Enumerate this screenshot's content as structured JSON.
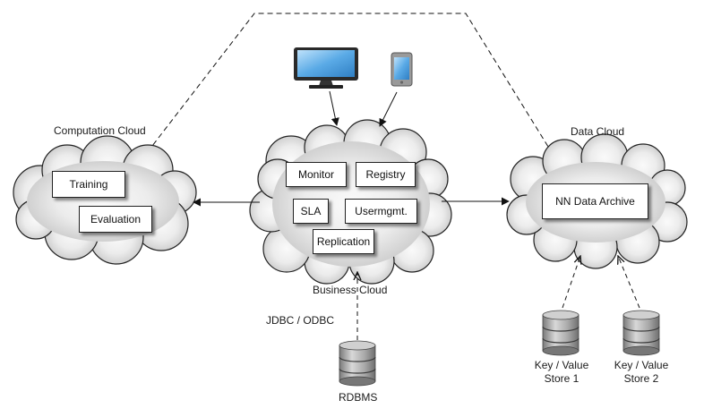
{
  "clouds": {
    "computation": {
      "label": "Computation Cloud",
      "boxes": [
        "Training",
        "Evaluation"
      ]
    },
    "business": {
      "label": "Business Cloud",
      "boxes": [
        "Monitor",
        "Registry",
        "SLA",
        "Usermgmt.",
        "Replication"
      ]
    },
    "data": {
      "label": "Data Cloud",
      "boxes": [
        "NN Data Archive"
      ]
    }
  },
  "devices": {
    "monitor": "monitor-icon",
    "phone": "smartphone-icon"
  },
  "connections": {
    "jdbc_label": "JDBC / ODBC"
  },
  "stores": {
    "rdbms": {
      "label": "RDBMS"
    },
    "kv1": {
      "line1": "Key / Value",
      "line2": "Store 1"
    },
    "kv2": {
      "line1": "Key / Value",
      "line2": "Store 2"
    }
  },
  "colors": {
    "cloud_fill_light": "#fafafa",
    "cloud_fill_dark": "#c9c9c9",
    "stroke": "#222222",
    "screen_blue": "#4a9ad8"
  }
}
